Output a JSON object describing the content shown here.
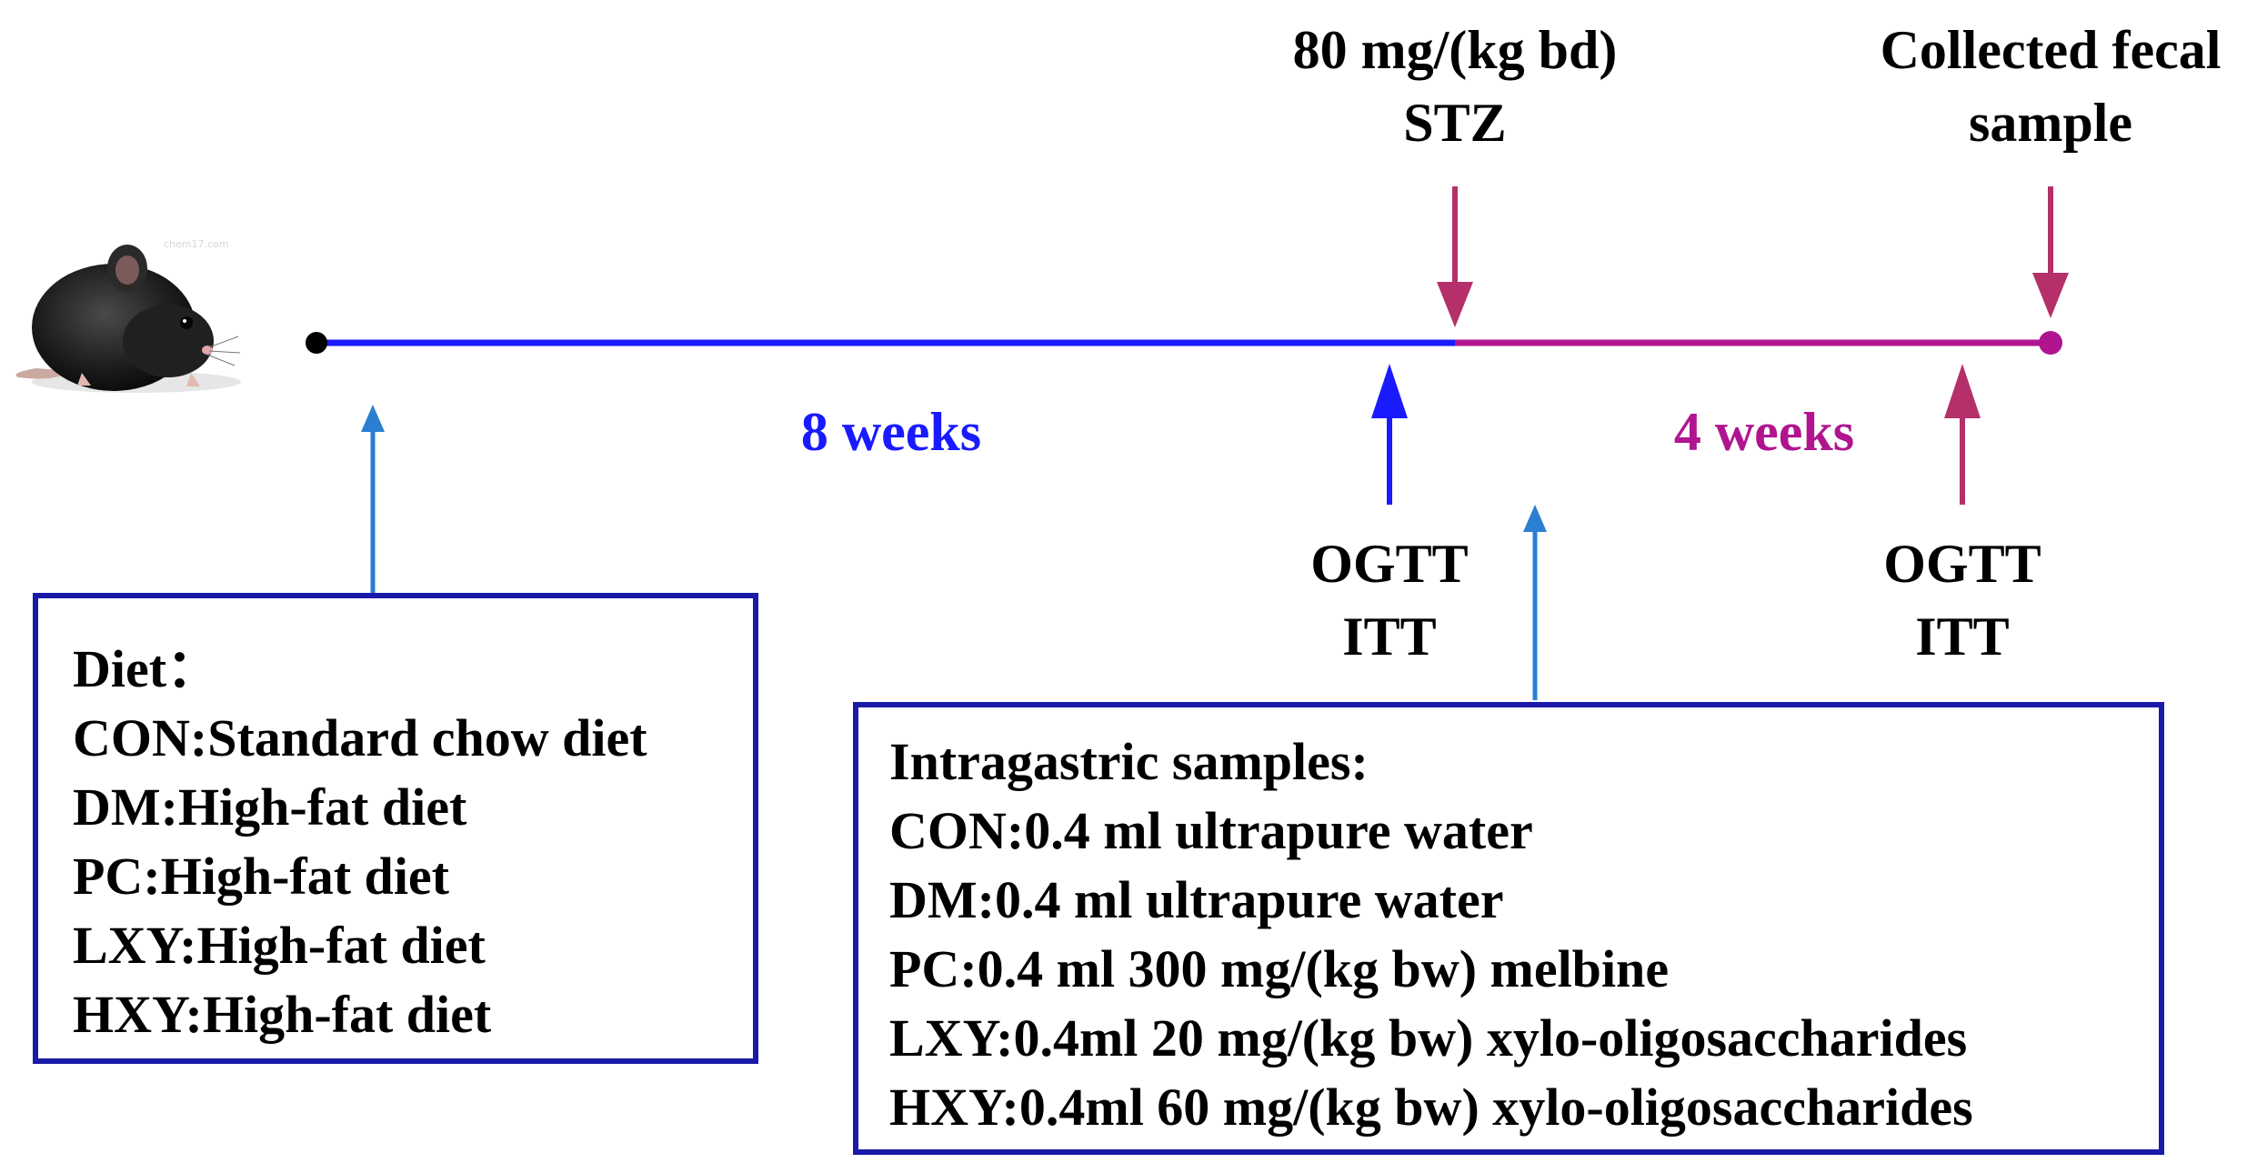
{
  "timeline": {
    "phase1": {
      "label": "8 weeks",
      "color": "#1a1aff"
    },
    "phase2": {
      "label": "4 weeks",
      "color": "#b0158f"
    }
  },
  "events": {
    "stz": {
      "dose": "80 mg/(kg bd)",
      "agent": "STZ"
    },
    "fecal": {
      "line1": "Collected fecal",
      "line2": "sample"
    },
    "test1": {
      "line1": "OGTT",
      "line2": "ITT"
    },
    "test2": {
      "line1": "OGTT",
      "line2": "ITT"
    }
  },
  "mouse": {
    "watermark": "chem17.com"
  },
  "diet_box": {
    "title": "Diet：",
    "items": [
      "CON:Standard chow diet",
      "DM:High-fat diet",
      "PC:High-fat diet",
      "LXY:High-fat diet",
      "HXY:High-fat diet"
    ]
  },
  "intragastric_box": {
    "title": "Intragastric samples:",
    "items": [
      "CON:0.4 ml ultrapure water",
      "DM:0.4 ml ultrapure water",
      "PC:0.4 ml 300 mg/(kg bw) melbine",
      "LXY:0.4ml 20 mg/(kg bw) xylo-oligosaccharides",
      "HXY:0.4ml 60 mg/(kg bw) xylo-oligosaccharides"
    ]
  },
  "colors": {
    "blue_line": "#1a1aff",
    "magenta_line": "#b0158f",
    "box_border": "#1a1aa8",
    "light_blue_arrow": "#2a7fd0",
    "stz_arrow": "#b5306a"
  }
}
